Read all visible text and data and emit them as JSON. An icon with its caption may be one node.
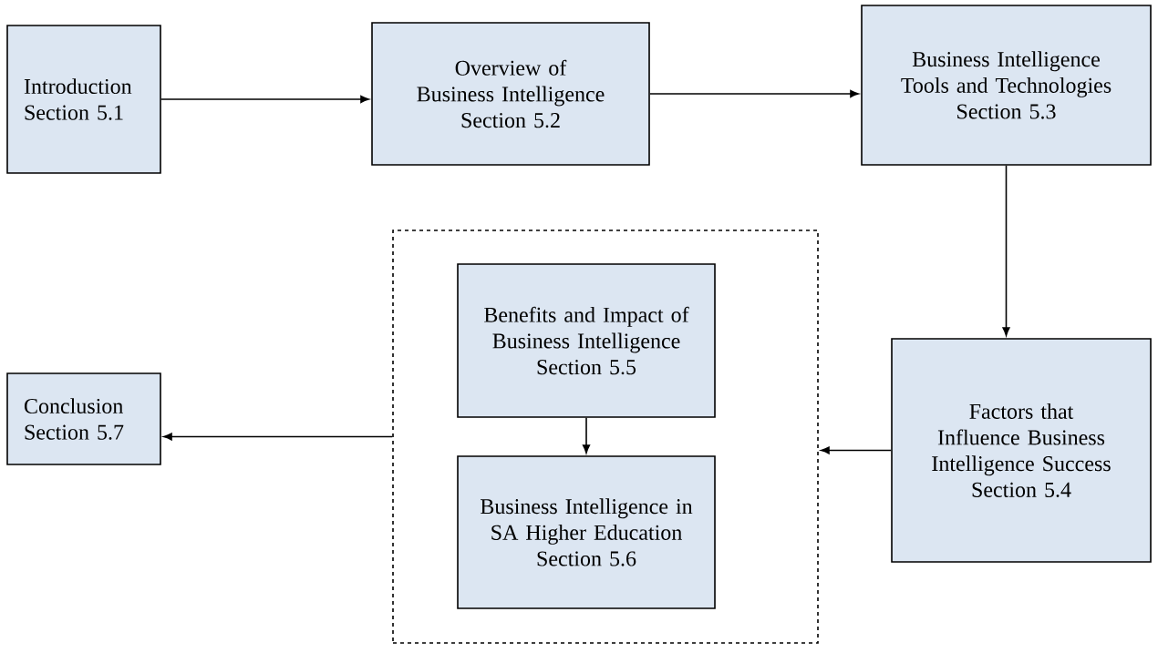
{
  "diagram": {
    "nodes": [
      {
        "text": [
          "Introduction",
          "Section 5.1"
        ]
      },
      {
        "text": [
          "Overview of Business Intelligence",
          "Section 5.2"
        ]
      },
      {
        "text": [
          "Business Intelligence Tools and Technologies",
          "Section 5.3"
        ]
      },
      {
        "text": [
          "Factors that Influence Business Intelligence Success",
          "Section 5.4"
        ]
      },
      {
        "text": [],
        "shape": "box"
      },
      {
        "text": [
          "Benefits and Impact of Business Intelligence",
          "Section 5.5"
        ],
        "in": 4
      },
      {
        "text": [
          "Business Intelligence in SA Higher Education",
          "Section 5.6"
        ],
        "in": 4
      },
      {
        "text": [
          "Conclusion",
          "Section 5.7"
        ]
      }
    ],
    "edges": [
      {
        "from": 0,
        "to": 1,
        "arrow": "to"
      },
      {
        "from": 1,
        "to": 2,
        "arrow": "to"
      },
      {
        "from": 2,
        "to": 3,
        "arrow": "to"
      },
      {
        "from": 3,
        "to": 4,
        "arrow": "to"
      },
      {
        "from": 5,
        "to": 6,
        "arrow": "to"
      },
      {
        "from": 4,
        "to": 7,
        "arrow": "to"
      }
    ]
  }
}
